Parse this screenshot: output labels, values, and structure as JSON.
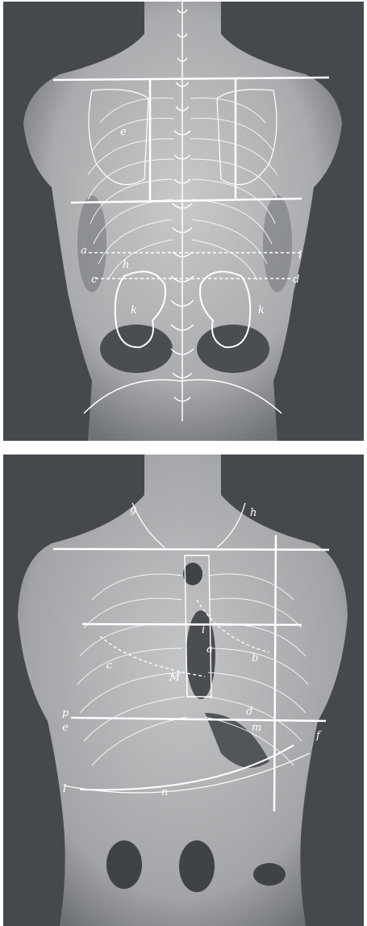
{
  "colors": {
    "background": "#ffffff",
    "plate": "#45484d",
    "figure": "#d9d9d9",
    "lines": "#ffffff"
  },
  "back_plate": {
    "labels": {
      "a_left": "a",
      "a_right": "l",
      "c_left": "c",
      "d_right": "d",
      "e": "e",
      "h": "h",
      "k_left": "k",
      "k_right": "k"
    }
  },
  "front_plate": {
    "labels": {
      "g": "g",
      "h": "h",
      "i": "i",
      "a": "a",
      "b": "b",
      "c": "c",
      "m": "M",
      "d": "d",
      "p": "p",
      "e": "e",
      "m_small": "m",
      "f": "f",
      "l": "l",
      "n": "n"
    }
  }
}
